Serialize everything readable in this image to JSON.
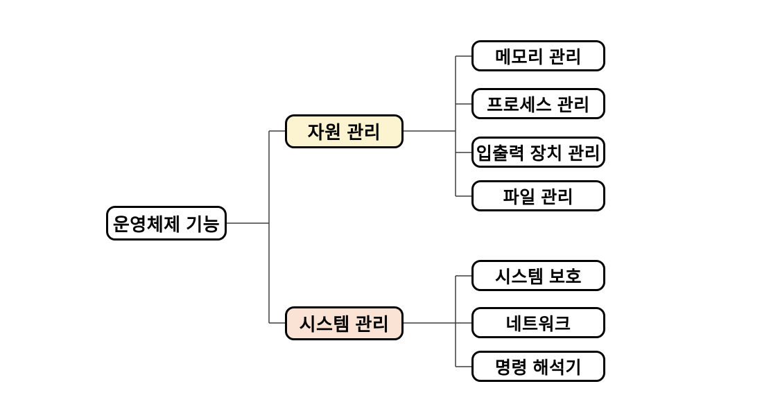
{
  "diagram": {
    "root": {
      "label": "운영체제 기능",
      "fill": "#FFFFFF"
    },
    "branches": [
      {
        "label": "자원 관리",
        "fill": "#FCF3D1",
        "children": [
          {
            "label": "메모리 관리"
          },
          {
            "label": "프로세스 관리"
          },
          {
            "label": "입출력 장치 관리"
          },
          {
            "label": "파일 관리"
          }
        ]
      },
      {
        "label": "시스템 관리",
        "fill": "#FAE2D5",
        "children": [
          {
            "label": "시스템 보호"
          },
          {
            "label": "네트워크"
          },
          {
            "label": "명령 해석기"
          }
        ]
      }
    ],
    "colors": {
      "node_border": "#000000",
      "leaf_fill": "#FFFFFF",
      "connector": "#3d3d3d",
      "background": "#FFFFFF"
    }
  }
}
